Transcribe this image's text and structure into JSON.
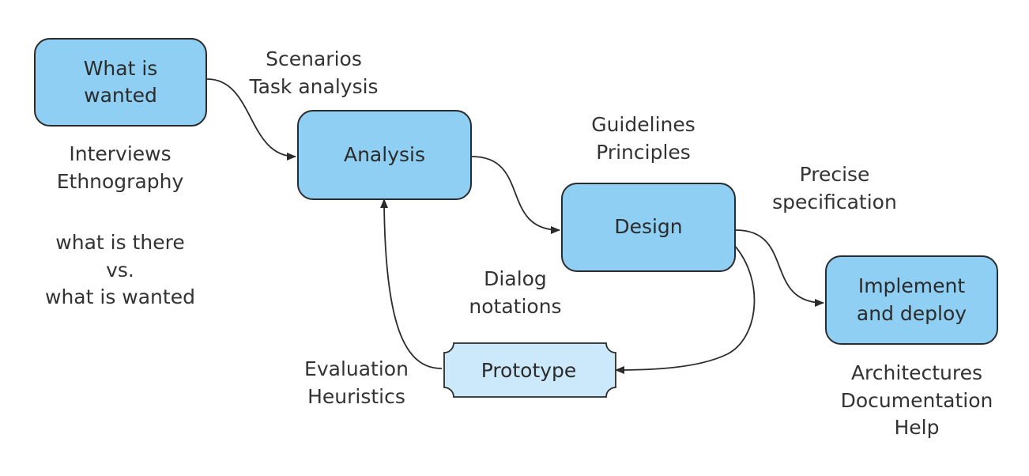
{
  "nodes": {
    "what_is_wanted": [
      "What is",
      "wanted"
    ],
    "analysis": "Analysis",
    "design": "Design",
    "implement": [
      "Implement",
      "and deploy"
    ],
    "prototype": "Prototype"
  },
  "annotations": {
    "scenarios": [
      "Scenarios",
      "Task analysis"
    ],
    "interviews": [
      "Interviews",
      "Ethnography"
    ],
    "what_is_there": [
      "what is there",
      "vs.",
      "what is wanted"
    ],
    "guidelines": [
      "Guidelines",
      "Principles"
    ],
    "precise_spec": [
      "Precise",
      "specification"
    ],
    "dialog": [
      "Dialog",
      "notations"
    ],
    "evaluation": [
      "Evaluation",
      "Heuristics"
    ],
    "architectures": [
      "Architectures",
      "Documentation",
      "Help"
    ]
  },
  "colors": {
    "node_fill": "#8ecff3",
    "prototype_fill": "#cbe9fa",
    "stroke": "#2b2b2b",
    "text": "#333333"
  }
}
